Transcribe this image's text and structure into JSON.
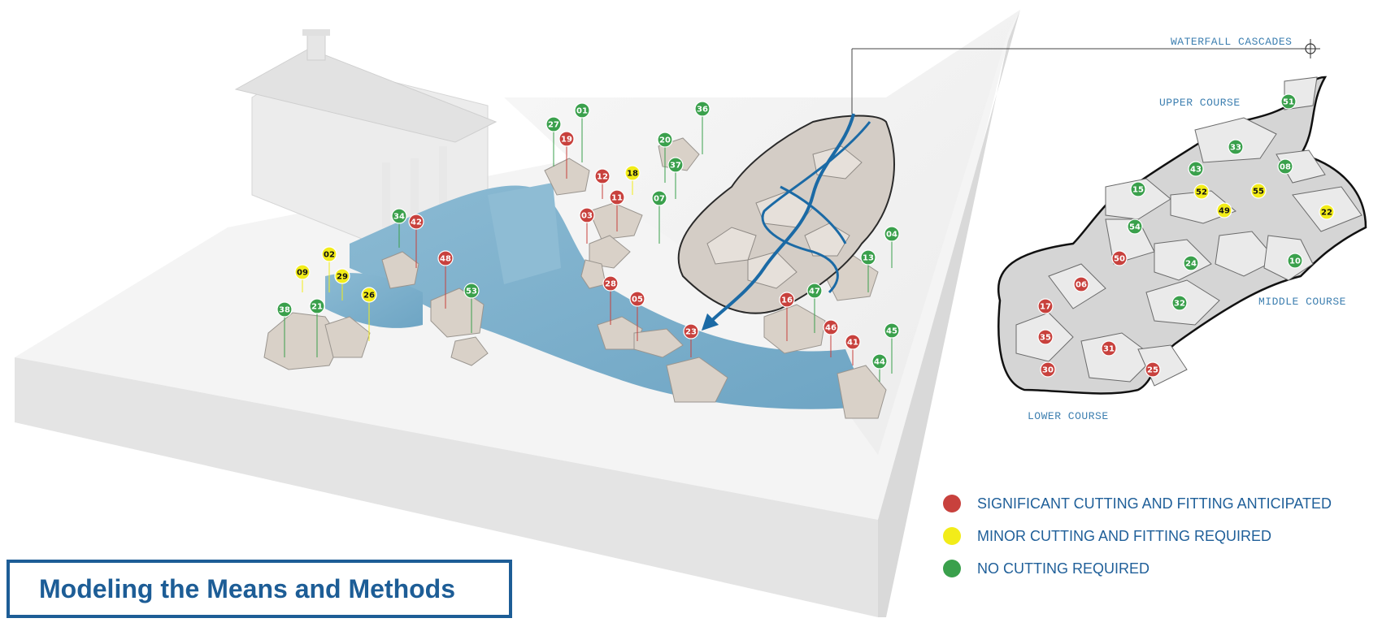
{
  "title": "Modeling the Means and Methods",
  "callouts": {
    "waterfall": "WATERFALL CASCADES",
    "upper": "UPPER COURSE",
    "middle": "MIDDLE COURSE",
    "lower": "LOWER COURSE"
  },
  "colors": {
    "red": "#c8413d",
    "yellow": "#f2ec19",
    "green": "#3aa04c",
    "water": "#7fb1cd",
    "arrow": "#1b6aa5",
    "accent": "#1d5d96"
  },
  "legend": [
    {
      "color": "#c8413d",
      "label": "SIGNIFICANT CUTTING AND FITTING ANTICIPATED"
    },
    {
      "color": "#f2ec19",
      "label": "MINOR CUTTING AND FITTING REQUIRED"
    },
    {
      "color": "#3aa04c",
      "label": "NO CUTTING REQUIRED"
    }
  ],
  "model_markers": [
    {
      "id": "01",
      "c": "g"
    },
    {
      "id": "27",
      "c": "g"
    },
    {
      "id": "19",
      "c": "r"
    },
    {
      "id": "36",
      "c": "g"
    },
    {
      "id": "20",
      "c": "g"
    },
    {
      "id": "18",
      "c": "y"
    },
    {
      "id": "12",
      "c": "r"
    },
    {
      "id": "37",
      "c": "g"
    },
    {
      "id": "11",
      "c": "r"
    },
    {
      "id": "07",
      "c": "g"
    },
    {
      "id": "03",
      "c": "r"
    },
    {
      "id": "34",
      "c": "g"
    },
    {
      "id": "42",
      "c": "r"
    },
    {
      "id": "02",
      "c": "y"
    },
    {
      "id": "09",
      "c": "y"
    },
    {
      "id": "29",
      "c": "y"
    },
    {
      "id": "48",
      "c": "r"
    },
    {
      "id": "26",
      "c": "y"
    },
    {
      "id": "21",
      "c": "g"
    },
    {
      "id": "38",
      "c": "g"
    },
    {
      "id": "53",
      "c": "g"
    },
    {
      "id": "28",
      "c": "r"
    },
    {
      "id": "05",
      "c": "r"
    },
    {
      "id": "23",
      "c": "r"
    },
    {
      "id": "04",
      "c": "g"
    },
    {
      "id": "13",
      "c": "g"
    },
    {
      "id": "47",
      "c": "g"
    },
    {
      "id": "16",
      "c": "r"
    },
    {
      "id": "46",
      "c": "r"
    },
    {
      "id": "41",
      "c": "r"
    },
    {
      "id": "45",
      "c": "g"
    },
    {
      "id": "44",
      "c": "g"
    }
  ],
  "plan_markers": [
    {
      "id": "51",
      "c": "g"
    },
    {
      "id": "33",
      "c": "g"
    },
    {
      "id": "43",
      "c": "g"
    },
    {
      "id": "08",
      "c": "g"
    },
    {
      "id": "15",
      "c": "g"
    },
    {
      "id": "52",
      "c": "y"
    },
    {
      "id": "55",
      "c": "y"
    },
    {
      "id": "49",
      "c": "y"
    },
    {
      "id": "22",
      "c": "y"
    },
    {
      "id": "54",
      "c": "g"
    },
    {
      "id": "50",
      "c": "r"
    },
    {
      "id": "24",
      "c": "g"
    },
    {
      "id": "10",
      "c": "g"
    },
    {
      "id": "06",
      "c": "r"
    },
    {
      "id": "32",
      "c": "g"
    },
    {
      "id": "17",
      "c": "r"
    },
    {
      "id": "35",
      "c": "r"
    },
    {
      "id": "31",
      "c": "r"
    },
    {
      "id": "30",
      "c": "r"
    },
    {
      "id": "25",
      "c": "r"
    }
  ]
}
